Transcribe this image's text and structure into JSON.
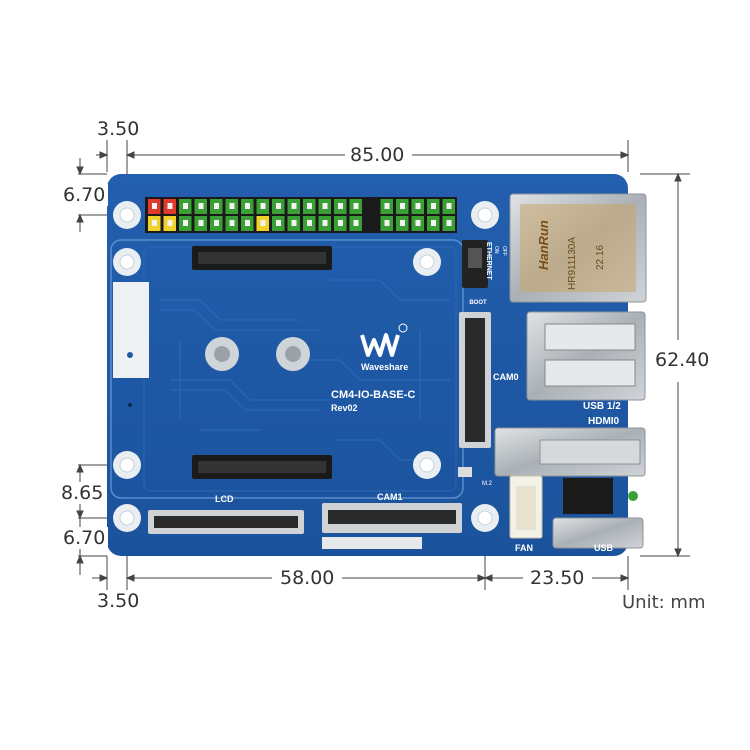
{
  "dimensions": {
    "top_left_offset": "3.50",
    "width_total": "85.00",
    "top_hole_offset": "6.70",
    "height_total": "62.40",
    "hole_spacing_vertical": "8.65",
    "bottom_hole_offset": "6.70",
    "bottom_left_offset": "3.50",
    "bottom_hole_spacing": "58.00",
    "bottom_right_offset": "23.50",
    "unit": "Unit: mm"
  },
  "board": {
    "model": "CM4-IO-BASE-C",
    "revision": "Rev02",
    "brand": "Waveshare",
    "labels": {
      "boot": "BOOT",
      "switch_on": "ON",
      "switch_off": "OFF",
      "ethernet": "ETHERNET",
      "cam0": "CAM0",
      "cam1": "CAM1",
      "lcd": "LCD",
      "usb12": "USB 1/2",
      "hdmi0": "HDMI0",
      "fan": "FAN",
      "usb": "USB",
      "m2": "M.2",
      "rj45_brand": "HanRun",
      "rj45_part": "HR911130A",
      "rj45_date": "22.16"
    }
  },
  "colors": {
    "pcb": "#1f5aa6",
    "pcb_dark": "#174a8c",
    "trace": "#2c6cba",
    "hole": "#e9eef3",
    "metal": "#b9bec3"
  }
}
